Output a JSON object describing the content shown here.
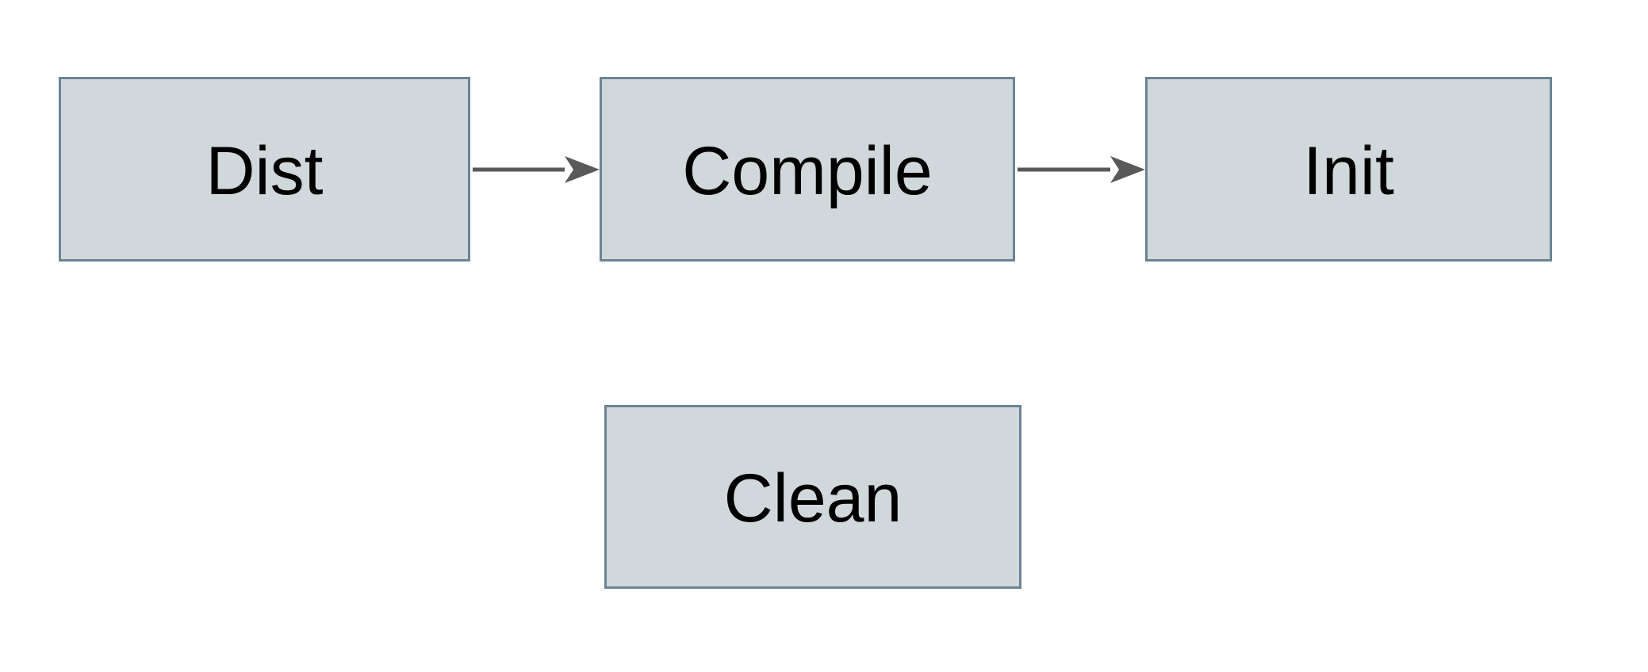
{
  "diagram": {
    "type": "flowchart",
    "nodes": [
      {
        "id": "dist",
        "label": "Dist"
      },
      {
        "id": "compile",
        "label": "Compile"
      },
      {
        "id": "init",
        "label": "Init"
      },
      {
        "id": "clean",
        "label": "Clean"
      }
    ],
    "edges": [
      {
        "from": "dist",
        "to": "compile",
        "direction": "right"
      },
      {
        "from": "compile",
        "to": "init",
        "direction": "right"
      }
    ]
  },
  "colors": {
    "node_fill": "#d1d8db",
    "node_border": "#6c8493",
    "arrow": "#595959",
    "text": "#000000",
    "background": "#ffffff"
  }
}
